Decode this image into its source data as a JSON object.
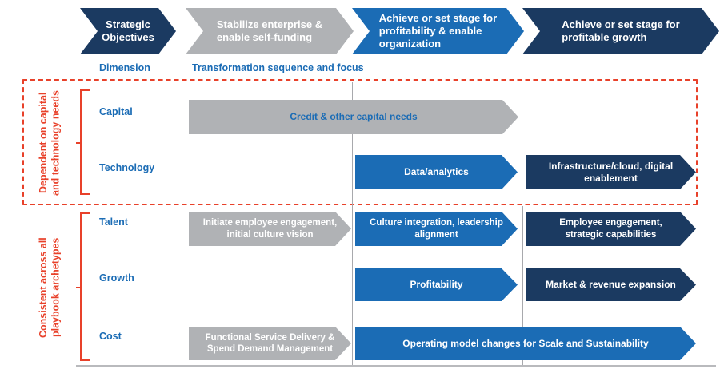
{
  "header": {
    "stages": [
      {
        "label": "Strategic\nObjectives",
        "color": "#1b3a61",
        "style": "navy"
      },
      {
        "label": "Stabilize enterprise &\nenable  self-funding",
        "color": "#b0b2b5",
        "style": "gray"
      },
      {
        "label": "Achieve or set stage for\nprofitability & enable\norganization",
        "color": "#1b6cb5",
        "style": "blue"
      },
      {
        "label": "Achieve or set stage for\nprofitable growth",
        "color": "#1b3a61",
        "style": "navy"
      }
    ]
  },
  "column_labels": {
    "dimension": "Dimension",
    "transformation": "Transformation sequence and focus"
  },
  "groups": [
    {
      "caption": "Dependent on capital\nand technology needs",
      "color": "#e8412a"
    },
    {
      "caption": "Consistent across all\nplaybook archetypes",
      "color": "#e8412a"
    }
  ],
  "rows": [
    {
      "label": "Capital",
      "bars": [
        {
          "text": "Credit & other capital needs",
          "style": "gray",
          "text_color": "#1b6cb5"
        }
      ]
    },
    {
      "label": "Technology",
      "bars": [
        {
          "text": "Data/analytics",
          "style": "blue",
          "text_color": "#ffffff"
        },
        {
          "text": "Infrastructure/cloud, digital\nenablement",
          "style": "navy",
          "text_color": "#ffffff"
        }
      ]
    },
    {
      "label": "Talent",
      "bars": [
        {
          "text": "Initiate employee engagement,\ninitial culture vision",
          "style": "gray",
          "text_color": "#ffffff"
        },
        {
          "text": "Culture integration, leadership\nalignment",
          "style": "blue",
          "text_color": "#ffffff"
        },
        {
          "text": "Employee engagement,\nstrategic capabilities",
          "style": "navy",
          "text_color": "#ffffff"
        }
      ]
    },
    {
      "label": "Growth",
      "bars": [
        {
          "text": "Profitability",
          "style": "blue",
          "text_color": "#ffffff"
        },
        {
          "text": "Market & revenue expansion",
          "style": "navy",
          "text_color": "#ffffff"
        }
      ]
    },
    {
      "label": "Cost",
      "bars": [
        {
          "text": "Functional Service Delivery &\nSpend Demand Management",
          "style": "gray",
          "text_color": "#ffffff"
        },
        {
          "text": "Operating model changes for Scale and Sustainability",
          "style": "blue",
          "text_color": "#ffffff"
        }
      ]
    }
  ],
  "colors": {
    "navy": "#1b3a61",
    "blue": "#1b6cb5",
    "gray": "#b0b2b5",
    "red": "#e8412a",
    "rule": "#a8a9ad",
    "baseline": "#b9babd"
  }
}
